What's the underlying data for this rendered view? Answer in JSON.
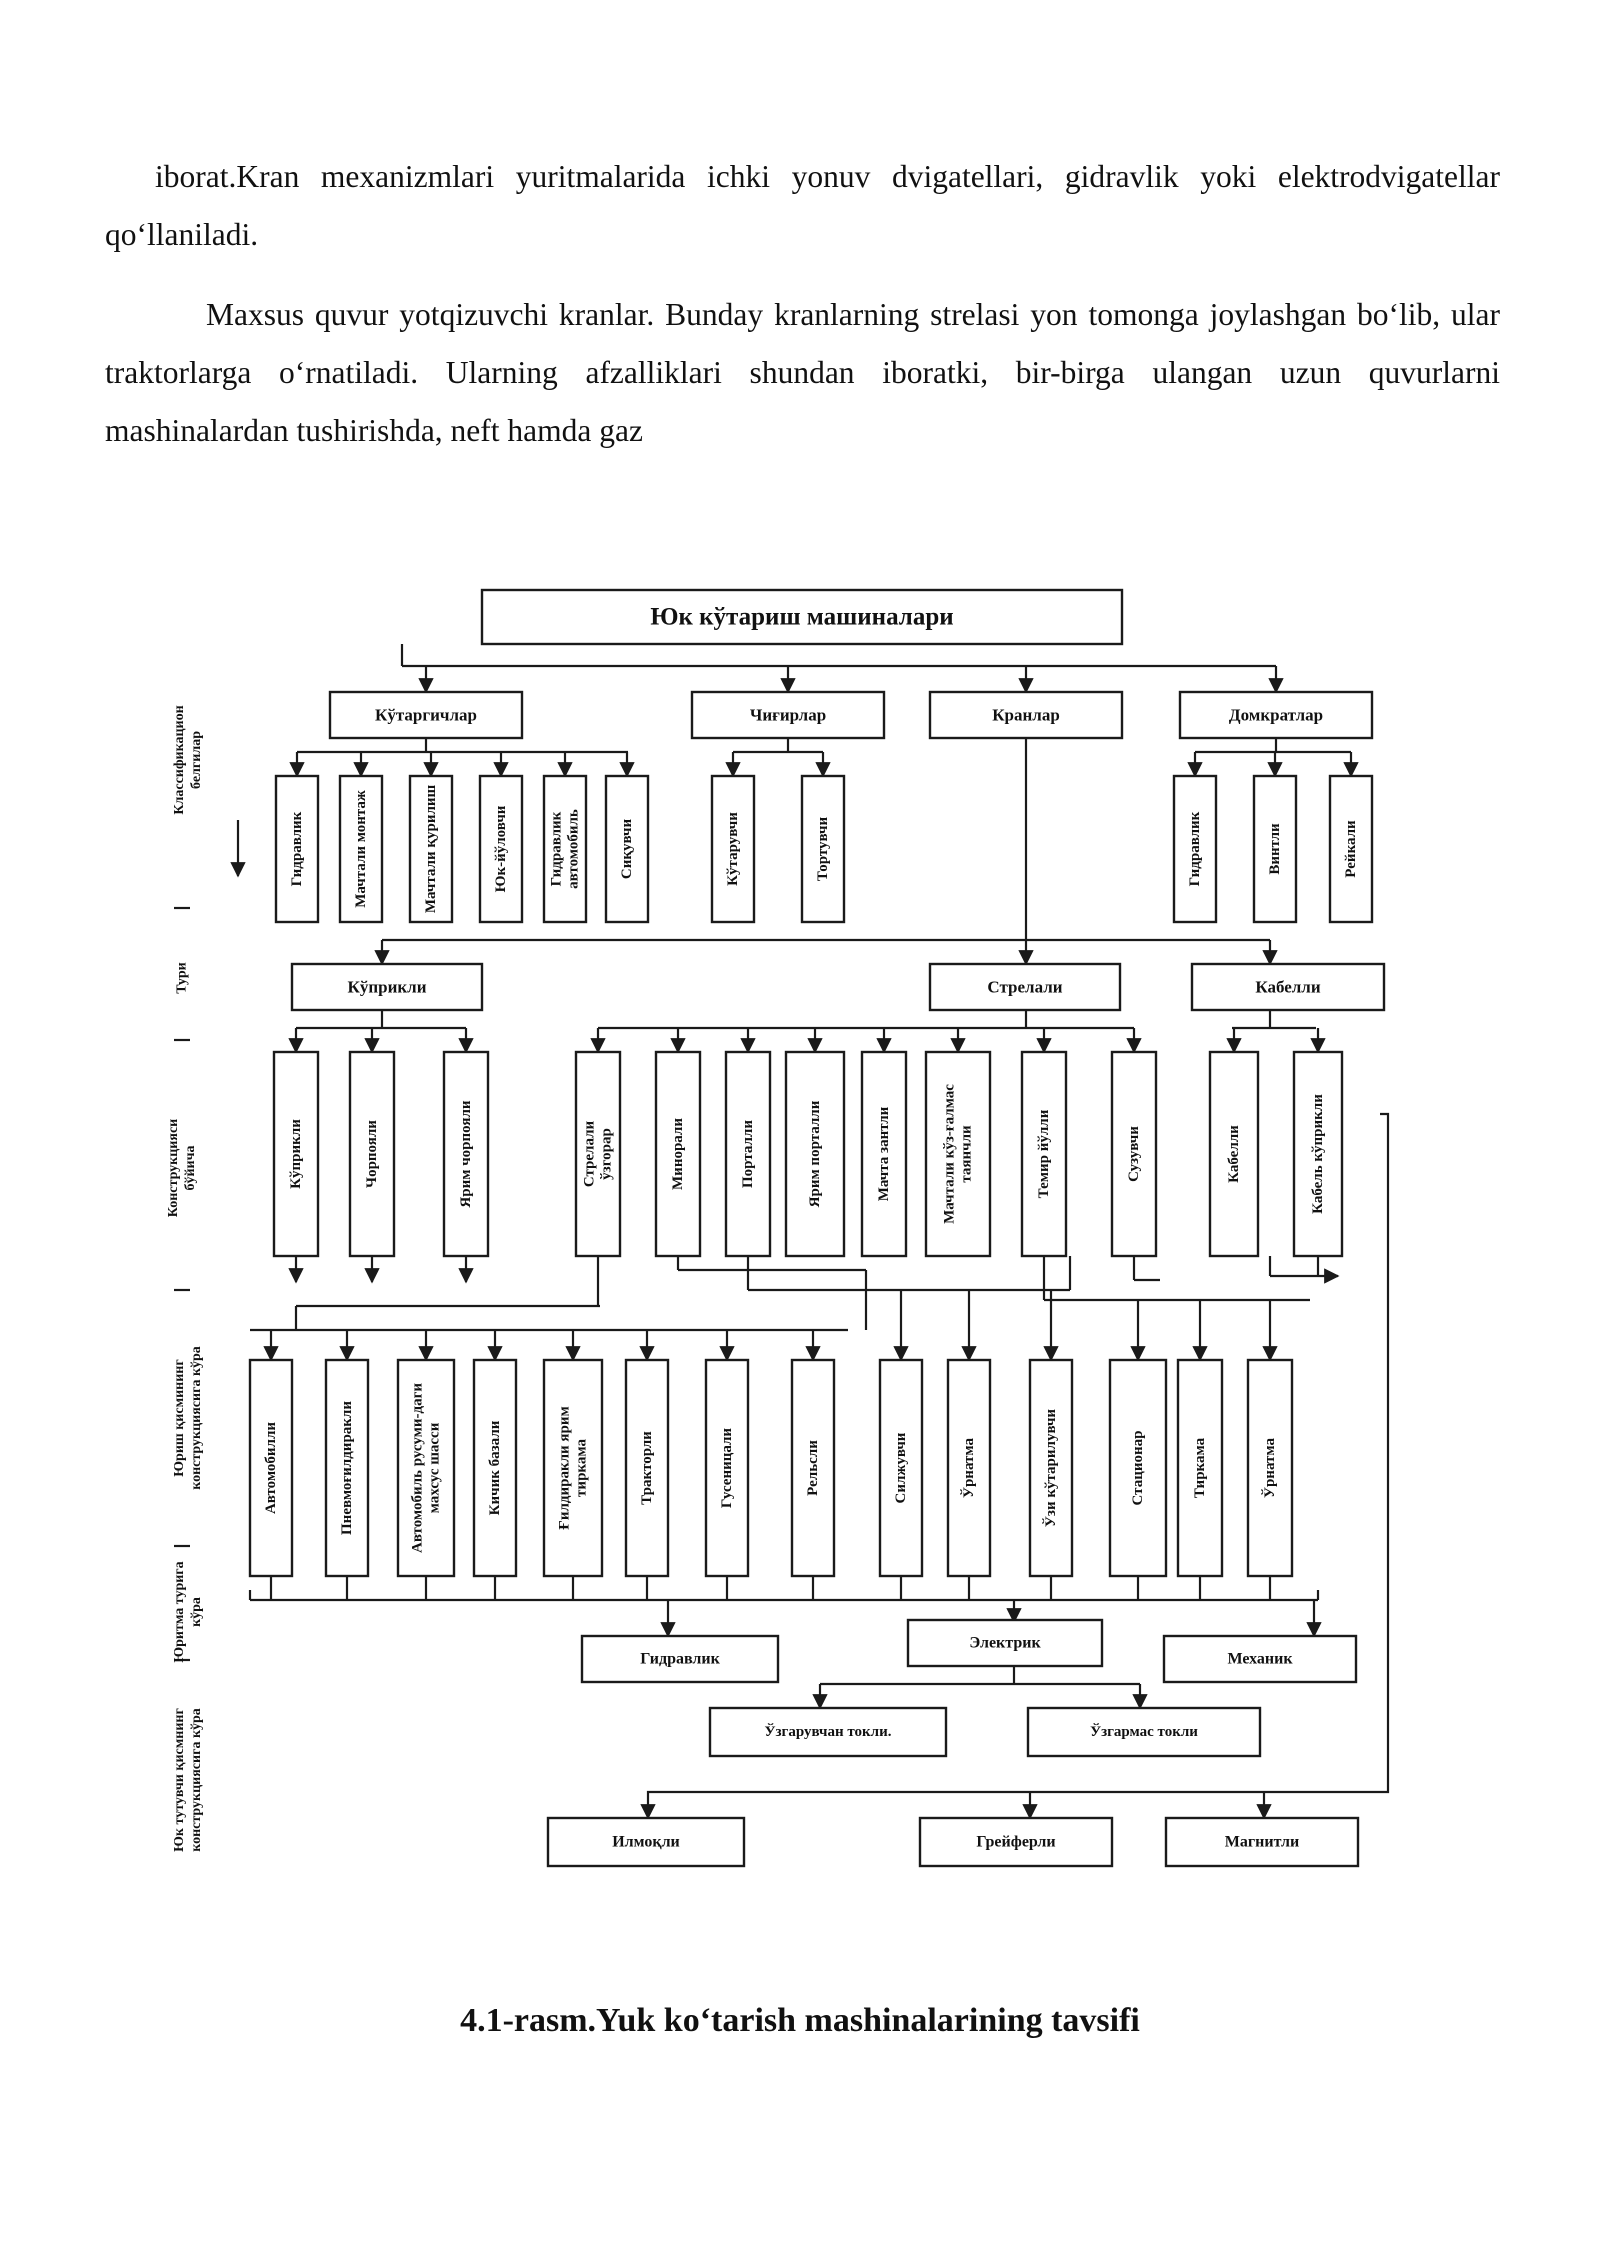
{
  "text": {
    "para1": "iborat.Kran mexanizmlari yuritmalarida ichki yonuv dvigatellari, gidravlik yoki elektrodvigatellar qo‘llaniladi.",
    "para2": "Maxsus quvur yotqizuvchi kranlar. Bunday kranlarning strelasi yon tomonga joylashgan bo‘lib, ular traktorlarga o‘rnatiladi. Ularning afzalliklari shundan iboratki, bir-birga ulangan uzun quvurlarni mashinalardan  tushirishda, neft  hamda gaz",
    "caption": "4.1-rasm.Yuk ko‘tarish mashinalarining tavsifi"
  },
  "diagram": {
    "title": "Юк кўтариш машиналари",
    "groups": {
      "kutargichlar": "Кўтаргичлар",
      "chigirlar": "Чиғирлар",
      "kranlar": "Кранлар",
      "domkratlar": "Домкратлар"
    },
    "kutargich_items": [
      "Гидравлик",
      "Мачтали монтаж",
      "Мачтали қурилиш",
      "Юк-йўловчи",
      "Гидравлик автомобиль",
      "Сиқувчи"
    ],
    "chigir_items": [
      "Кўтарувчи",
      "Тортувчи"
    ],
    "domkrat_items": [
      "Гидравлик",
      "Винтли",
      "Рейкали"
    ],
    "types": {
      "kuprikli": "Кўприкли",
      "strelali": "Стрелали",
      "kabelli": "Кабелли"
    },
    "kuprik_items": [
      "Кўприкли",
      "Чорпояли",
      "Ярим чорпояли"
    ],
    "strela_items": [
      "Стрелали ўзгорар",
      "Минорали",
      "Порталли",
      "Ярим порталли",
      "Мачта зантли",
      "Мачтали кўз-ғалмас таянчли",
      "Темир йўлли",
      "Сузувчи"
    ],
    "kabel_items": [
      "Кабелли",
      "Кабель кўприкли"
    ],
    "undercarriage_items": [
      "Автомобилли",
      "Пневмоғилдиракли",
      "Автомобиль русуми-даги махсус шасси",
      "Кичик базали",
      "Ғилдиракли ярим тиркама",
      "Тракторли",
      "Гусеницали",
      "Рельсли",
      "Силжувчи",
      "Ўрнатма",
      "Ўзи кўтарилувчи",
      "Стационар",
      "Тиркама",
      "Ўрнатма"
    ],
    "drives": {
      "gidravlik": "Гидравлик",
      "elektrik": "Электрик",
      "mexanik": "Механик"
    },
    "currents": {
      "ozgaruvchan": "Ўзгарувчан токли.",
      "ozgarmas": "Ўзгармас токли"
    },
    "grip_items": [
      "Илмоқли",
      "Грейферли",
      "Магнитли"
    ],
    "side_labels": {
      "classification": "Классификацион белгилар",
      "type": "Тури",
      "construction": "Конструкцияси бўйича",
      "undercarriage": "Юриш қисмининг конструкциясига кўра",
      "drive": "Юритма турига кўра",
      "grip": "Юк тутувчи қисмнинг конструкциясига кўра"
    }
  }
}
